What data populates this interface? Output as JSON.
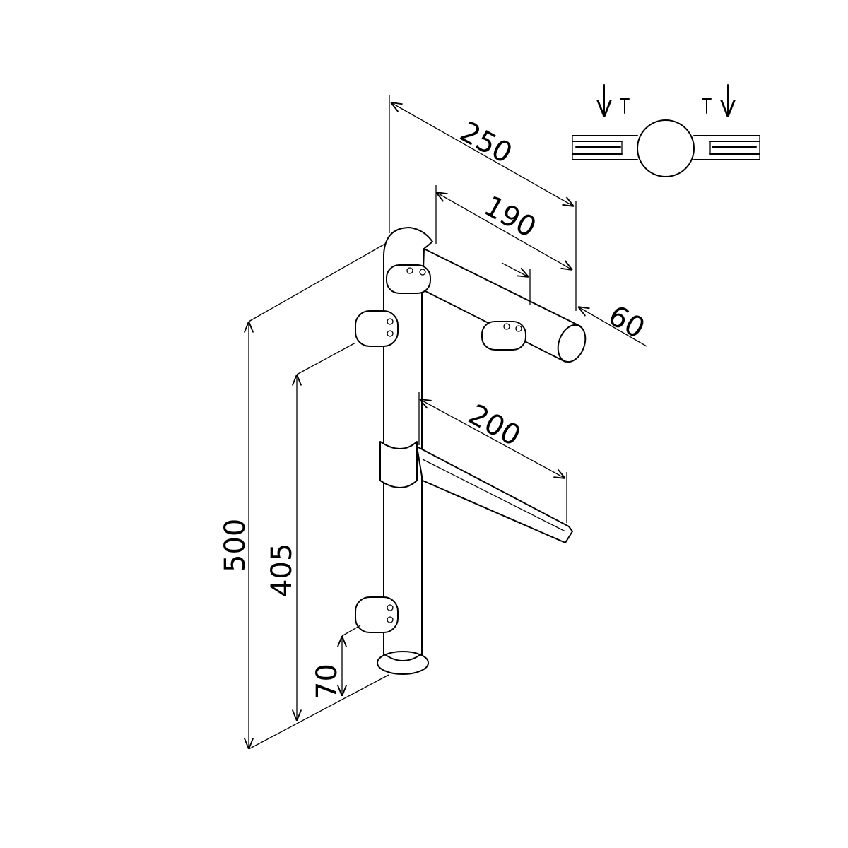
{
  "drawing": {
    "dimensions": {
      "overall_arm_length": "250",
      "arm_clamp_span": "190",
      "tube_diameter": "60",
      "shelf_bracket_length": "200",
      "post_height": "500",
      "clamp_spacing": "405",
      "bottom_clamp_offset": "70"
    },
    "colors": {
      "line": "#000000",
      "background": "#ffffff"
    }
  }
}
